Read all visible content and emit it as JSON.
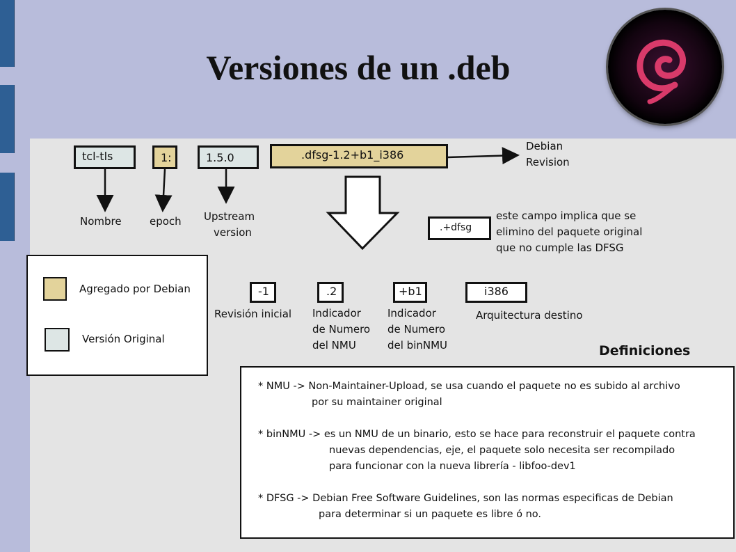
{
  "slide": {
    "title": "Versiones de un .deb"
  },
  "components": {
    "name": {
      "value": "tcl-tls",
      "label": "Nombre"
    },
    "epoch": {
      "value": "1:",
      "label": "epoch"
    },
    "upstream": {
      "value": "1.5.0",
      "label_line1": "Upstream",
      "label_line2": "version"
    },
    "debian_revision": {
      "value": ".dfsg-1.2+b1_i386",
      "label_line1": "Debian",
      "label_line2": "Revision"
    }
  },
  "dfsg_note": {
    "value": ".+dfsg",
    "line1": "este campo implica que se",
    "line2": "elimino del paquete original",
    "line3": "que no cumple las DFSG"
  },
  "legend": {
    "debian": "Agregado por Debian",
    "original": "Versión Original"
  },
  "parts": [
    {
      "value": "-1",
      "line1": "Revisión inicial",
      "line2": "",
      "line3": ""
    },
    {
      "value": ".2",
      "line1": "Indicador",
      "line2": "de Numero",
      "line3": "del NMU"
    },
    {
      "value": "+b1",
      "line1": "Indicador",
      "line2": "de Numero",
      "line3": "del binNMU"
    },
    {
      "value": "i386",
      "line1": "Arquitectura destino",
      "line2": "",
      "line3": ""
    }
  ],
  "definitions": {
    "heading": "Definiciones",
    "nmu_1": "* NMU -> Non-Maintainer-Upload, se usa cuando el paquete no es subido al archivo",
    "nmu_2": "por su maintainer original",
    "binnmu_1": "* binNMU -> es un NMU de un binario, esto se hace para reconstruir el paquete contra",
    "binnmu_2": "nuevas dependencias, eje, el paquete solo necesita ser recompilado",
    "binnmu_3": "para funcionar con la nueva librería - libfoo-dev1",
    "dfsg_1": "* DFSG ->  Debian Free Software Guidelines, son las normas especificas de Debian",
    "dfsg_2": "para determinar si un paquete es libre ó no."
  },
  "colors": {
    "background": "#b8bcdb",
    "panel": "#e4e4e4",
    "debian_added": "#e3d39b",
    "original": "#dde6e5",
    "logo_swirl": "#d93a6a"
  },
  "icons": {
    "logo": "debian-swirl-icon",
    "arrows": "arrow-down-icon"
  }
}
